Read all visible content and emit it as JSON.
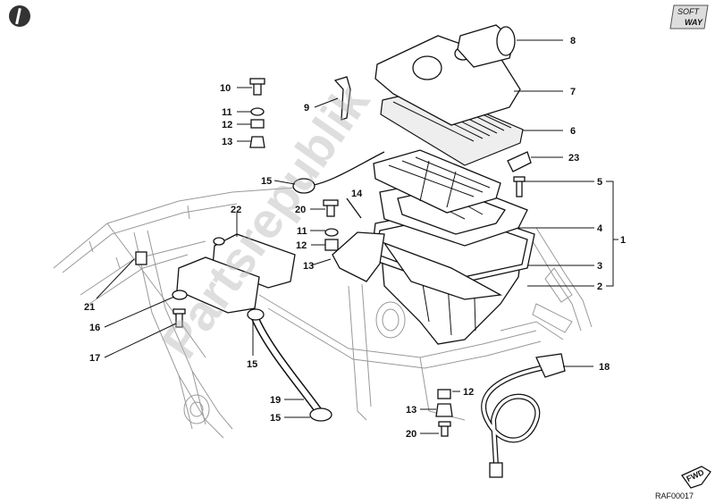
{
  "diagram": {
    "callouts": [
      {
        "id": "c8",
        "text": "8"
      },
      {
        "id": "c7",
        "text": "7"
      },
      {
        "id": "c6",
        "text": "6"
      },
      {
        "id": "c23",
        "text": "23"
      },
      {
        "id": "c5",
        "text": "5"
      },
      {
        "id": "c4",
        "text": "4"
      },
      {
        "id": "c1",
        "text": "1"
      },
      {
        "id": "c3",
        "text": "3"
      },
      {
        "id": "c2",
        "text": "2"
      },
      {
        "id": "c10",
        "text": "10"
      },
      {
        "id": "c11a",
        "text": "11"
      },
      {
        "id": "c12a",
        "text": "12"
      },
      {
        "id": "c13a",
        "text": "13"
      },
      {
        "id": "c9",
        "text": "9"
      },
      {
        "id": "c15a",
        "text": "15"
      },
      {
        "id": "c14",
        "text": "14"
      },
      {
        "id": "c20a",
        "text": "20"
      },
      {
        "id": "c22",
        "text": "22"
      },
      {
        "id": "c11b",
        "text": "11"
      },
      {
        "id": "c12b",
        "text": "12"
      },
      {
        "id": "c13b",
        "text": "13"
      },
      {
        "id": "c21",
        "text": "21"
      },
      {
        "id": "c16",
        "text": "16"
      },
      {
        "id": "c17",
        "text": "17"
      },
      {
        "id": "c15b",
        "text": "15"
      },
      {
        "id": "c18",
        "text": "18"
      },
      {
        "id": "c19",
        "text": "19"
      },
      {
        "id": "c15c",
        "text": "15"
      },
      {
        "id": "c12c",
        "text": "12"
      },
      {
        "id": "c13c",
        "text": "13"
      },
      {
        "id": "c20b",
        "text": "20"
      }
    ],
    "drawing_code": "RAF00017",
    "logo": {
      "line1": "SOFT",
      "line2": "WAY"
    },
    "watermark": "Partsrepublik",
    "fwd_label": "FWD"
  }
}
